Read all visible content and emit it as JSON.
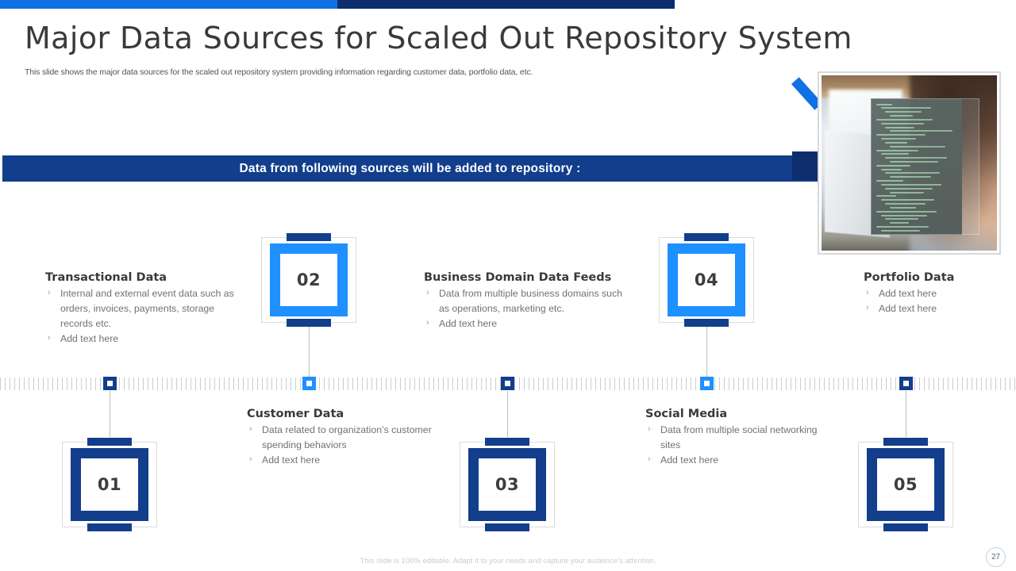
{
  "top_accent": {
    "blue": "#1071E5",
    "navy": "#0D2D6C"
  },
  "header": {
    "title": "Major Data Sources for Scaled Out Repository System",
    "subtitle": "This slide shows the major data sources for the scaled out repository system providing information regarding customer data, portfolio data, etc."
  },
  "banner": {
    "text": "Data from following sources will be added to repository  :",
    "bg": "#123E8C"
  },
  "photo": {
    "caption": "developer working at computer with code on screen"
  },
  "steps": [
    {
      "number": "01",
      "color": "navy",
      "position": "bottom",
      "title": "Transactional Data",
      "title_position": "top",
      "bullets": [
        "Internal  and external  event data such  as orders, invoices, payments, storage records etc.",
        "Add text  here"
      ]
    },
    {
      "number": "02",
      "color": "blue",
      "position": "top",
      "title": "Customer Data",
      "title_position": "bottom",
      "bullets": [
        "Data related to organization’s customer spending behaviors",
        "Add text  here"
      ]
    },
    {
      "number": "03",
      "color": "navy",
      "position": "bottom",
      "title": "Business Domain Data Feeds",
      "title_position": "top",
      "bullets": [
        "Data from multiple business domains such as operations, marketing etc.",
        "Add text  here"
      ]
    },
    {
      "number": "04",
      "color": "blue",
      "position": "top",
      "title": "Social Media",
      "title_position": "bottom",
      "bullets": [
        "Data from multiple social networking  sites",
        "Add text  here"
      ]
    },
    {
      "number": "05",
      "color": "navy",
      "position": "bottom",
      "title": "Portfolio Data",
      "title_position": "top",
      "bullets": [
        "Add text  here",
        "Add text  here"
      ]
    }
  ],
  "footer": {
    "note": "This slide is 100% editable.  Adapt it to your needs and capture your audience’s attention.",
    "page_number": "27"
  },
  "colors": {
    "bright_blue": "#1E90FF",
    "navy": "#123E8C",
    "text_gray": "#6e7276"
  }
}
